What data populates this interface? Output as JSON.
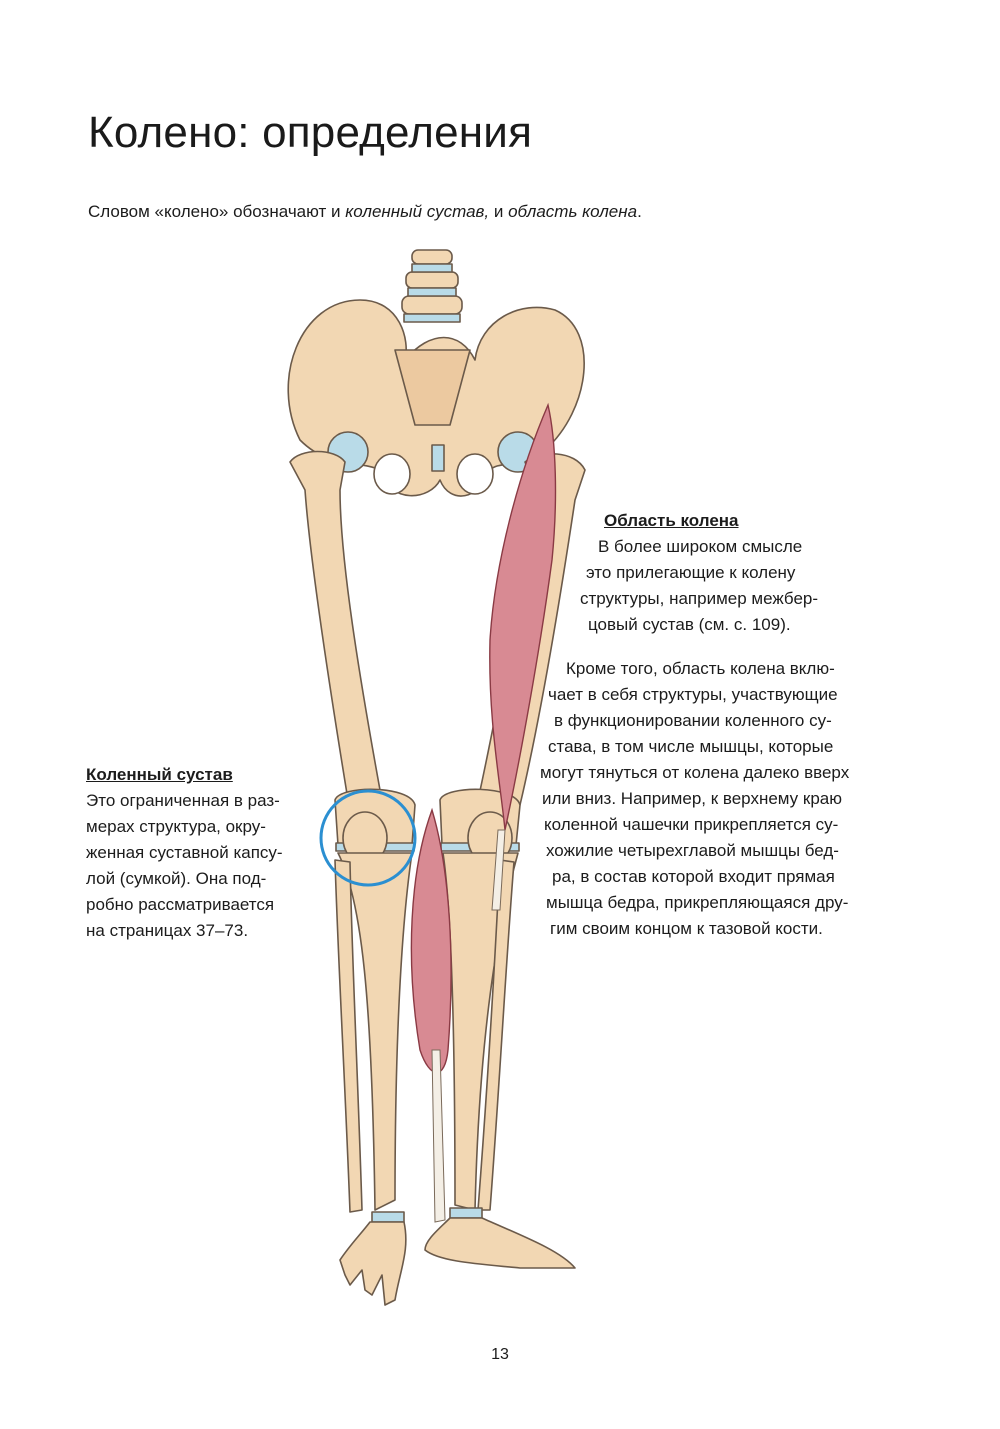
{
  "page": {
    "title": "Колено: определения",
    "intro": {
      "t1": "Словом «колено» обозначают и ",
      "t2": "коленный сустав,",
      "t3": " и ",
      "t4": "область колена",
      "t5": "."
    },
    "page_number": "13"
  },
  "knee_joint": {
    "heading": "Коленный сустав",
    "lines": [
      "Это ограниченная в раз-",
      "мерах структура, окру-",
      "женная суставной капсу-",
      "лой (сумкой). Она под-",
      "робно рассматривается",
      "на страницах 37–73."
    ]
  },
  "knee_area": {
    "heading": "Область колена",
    "lines": [
      "В более широком смысле",
      "это прилегающие к колену",
      "структуры, например межбер-",
      "цовый сустав (см. с. 109)."
    ],
    "more_lines": [
      "Кроме того, область колена вклю-",
      "чает в себя структуры, участвующие",
      "в функционировании коленного су-",
      "става, в том числе мышцы, которые",
      "могут тянуться от колена далеко вверх",
      "или вниз. Например, к верхнему краю",
      "коленной чашечки прикрепляется су-",
      "хожилие четырехглавой мышцы бед-",
      "ра, в состав которой входит прямая",
      "мышца бедра, прикрепляющаяся дру-",
      "гим своим концом к тазовой кости."
    ]
  },
  "colors": {
    "bone": "#f2d7b3",
    "cartilage": "#b9dbe8",
    "muscle": "#d88a93",
    "highlight_circle": "#2b8fd1"
  }
}
